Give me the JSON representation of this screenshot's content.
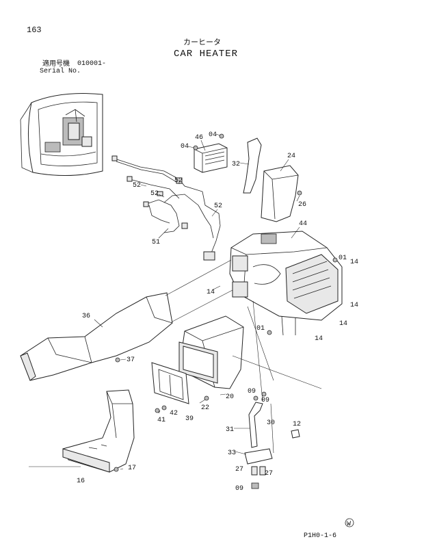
{
  "page_number": "163",
  "title_jp": "カーヒータ",
  "title_en": "CAR HEATER",
  "serial_label_jp": "適用号機",
  "serial_range": "010001-",
  "serial_label_en": "Serial No.",
  "part_labels": [
    "46",
    "04",
    "04",
    "24",
    "32",
    "26",
    "44",
    "52",
    "52",
    "52",
    "52",
    "51",
    "01",
    "14",
    "14",
    "14",
    "14",
    "14",
    "36",
    "01",
    "37",
    "20",
    "09",
    "09",
    "22",
    "42",
    "41",
    "39",
    "30",
    "12",
    "31",
    "33",
    "27",
    "27",
    "09",
    "17",
    "16"
  ],
  "logo_mark": "W",
  "document_code": "P1H0-1-6"
}
